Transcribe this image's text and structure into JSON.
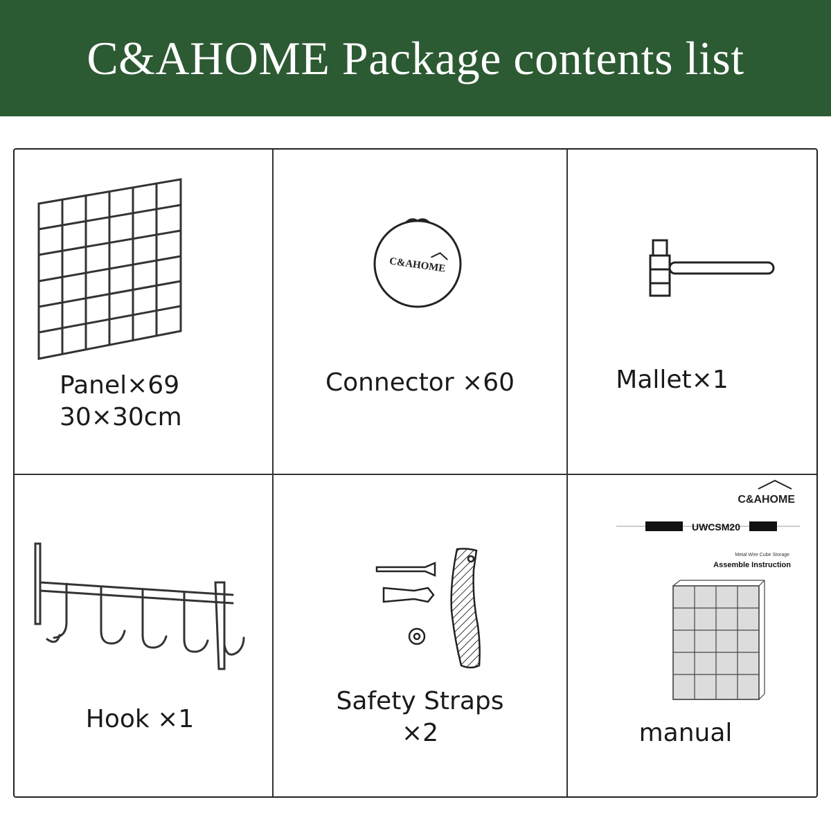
{
  "header": {
    "title": "C&AHOME Package contents list",
    "background": "#2c5a32"
  },
  "items": [
    {
      "name": "Panel×69",
      "size": "30×30cm"
    },
    {
      "name": "Connector ×60",
      "logo": "C&AHOME"
    },
    {
      "name": "Mallet×1"
    },
    {
      "name": "Hook ×1"
    },
    {
      "name": "Safety Straps",
      "qty": "×2"
    },
    {
      "name": "manual",
      "brand": "C&AHOME",
      "model": "UWCSM20",
      "subtitle": "Metal Wire Cube Storage",
      "heading": "Assemble Instruction"
    }
  ]
}
